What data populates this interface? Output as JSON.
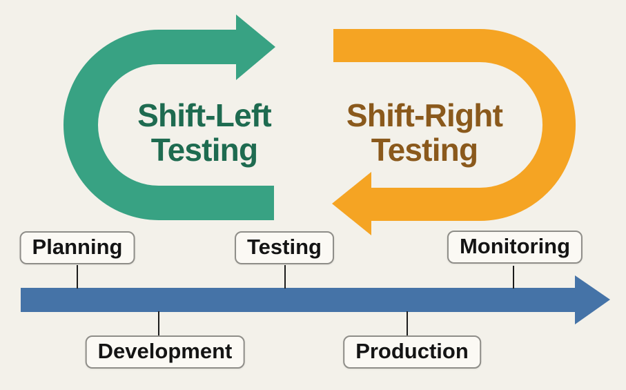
{
  "canvas": {
    "background": "#f3f1ea"
  },
  "left_loop": {
    "title_line1": "Shift-Left",
    "title_line2": "Testing",
    "arrow_color": "#38a283",
    "title_color": "#1e6b50"
  },
  "right_loop": {
    "title_line1": "Shift-Right",
    "title_line2": "Testing",
    "arrow_color": "#f5a423",
    "title_color": "#8a591c"
  },
  "timeline": {
    "arrow_color": "#4573a7",
    "box_background": "#fbf9f4",
    "box_border_color": "#8e8d88",
    "connector_color": "#1b1b1b",
    "stages_above": [
      {
        "label": "Planning"
      },
      {
        "label": "Testing"
      },
      {
        "label": "Monitoring"
      }
    ],
    "stages_below": [
      {
        "label": "Development"
      },
      {
        "label": "Production"
      }
    ]
  }
}
